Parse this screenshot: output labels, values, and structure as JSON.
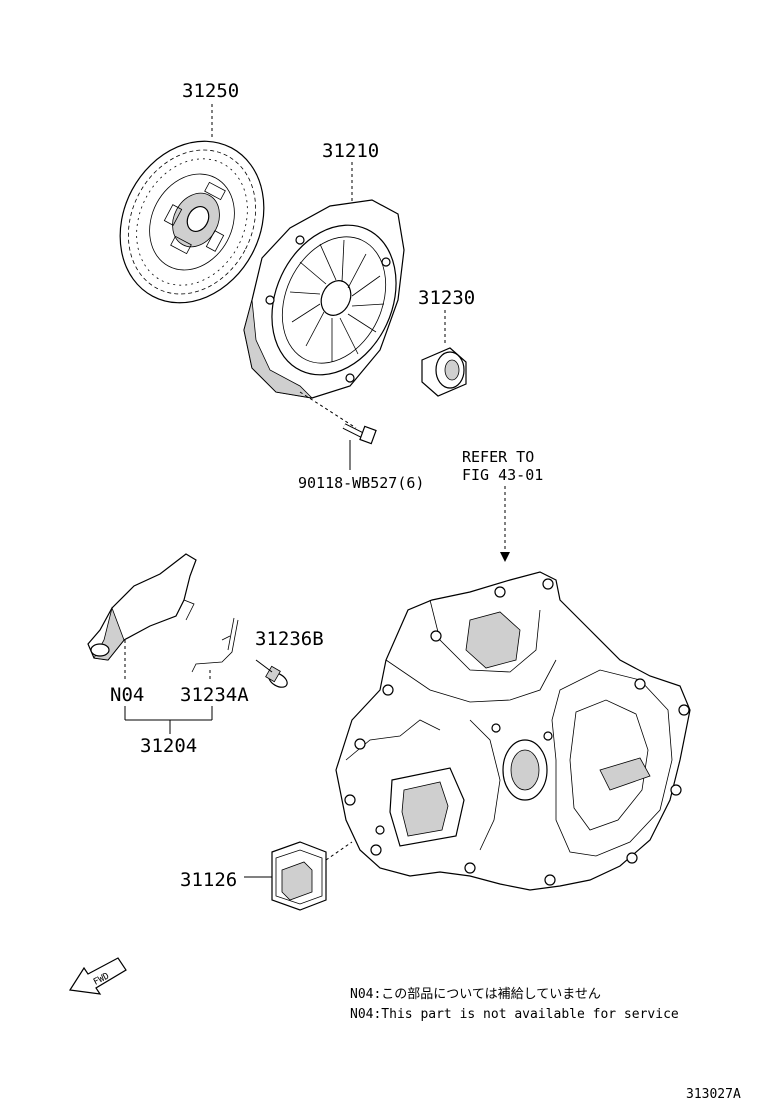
{
  "labels": {
    "clutch_disc": "31250",
    "pressure_plate": "31210",
    "release_bearing": "31230",
    "bolt": "90118-WB527(6)",
    "refer_line1": "REFER TO",
    "refer_line2": "FIG 43-01",
    "bolt_31236b": "31236B",
    "note_part": "N04",
    "clip": "31234A",
    "fork_assy": "31204",
    "boot": "31126",
    "fwd": "FWD"
  },
  "notes": {
    "jp": "N04:この部品については補給していません",
    "en": "N04:This part is not available for service"
  },
  "figure_id": "313027A"
}
